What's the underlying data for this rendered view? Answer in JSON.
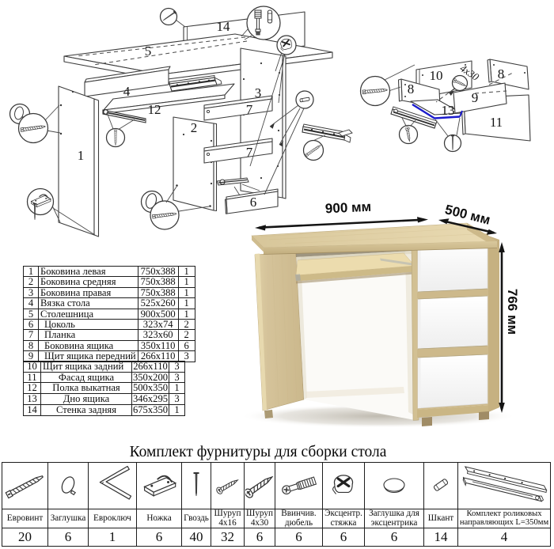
{
  "diagram": {
    "line_color": "#3c3c3c",
    "accent_blue": "#1c1ccd",
    "desk_labels": {
      "p1": "1",
      "p2": "2",
      "p3": "3",
      "p4": "4",
      "p5": "5",
      "p6": "6",
      "p7a": "7",
      "p7b": "7",
      "p12": "12",
      "p14": "14"
    },
    "drawer_labels": {
      "p8a": "8",
      "p8b": "8",
      "p9": "9",
      "p10": "10",
      "p11": "11",
      "p13": "13",
      "screw_size": "4x30"
    }
  },
  "parts_table": {
    "rows": [
      {
        "num": "1",
        "name": "Боковина левая",
        "size": "750x388",
        "qty": "1"
      },
      {
        "num": "2",
        "name": "Боковина средняя",
        "size": "750x388",
        "qty": "1"
      },
      {
        "num": "3",
        "name": "Боковина правая",
        "size": "750x388",
        "qty": "1"
      },
      {
        "num": "4",
        "name": "Вязка стола",
        "size": "525x260",
        "qty": "1"
      },
      {
        "num": "5",
        "name": "Столешница",
        "size": "900x500",
        "qty": "1"
      },
      {
        "num": "6",
        "name": "Цоколь",
        "size": "323x74",
        "qty": "2"
      },
      {
        "num": "7",
        "name": "Планка",
        "size": "323x60",
        "qty": "2"
      },
      {
        "num": "8",
        "name": "Боковина ящика",
        "size": "350x110",
        "qty": "6"
      },
      {
        "num": "9",
        "name": "Щит ящика передний",
        "size": "266x110",
        "qty": "3"
      },
      {
        "num": "10",
        "name": "Щит ящика задний",
        "size": "266x110",
        "qty": "3"
      },
      {
        "num": "11",
        "name": "Фасад ящика",
        "size": "350x200",
        "qty": "3"
      },
      {
        "num": "12",
        "name": "Полка выкатная",
        "size": "500x350",
        "qty": "1"
      },
      {
        "num": "13",
        "name": "Дно ящика",
        "size": "346x295",
        "qty": "3"
      },
      {
        "num": "14",
        "name": "Стенка задняя",
        "size": "675x350",
        "qty": "1"
      }
    ]
  },
  "photo": {
    "width_label": "900 мм",
    "depth_label": "500 мм",
    "height_label": "766 мм",
    "wood_color": "#dccb9f",
    "drawer_color": "#fbfbfb"
  },
  "hardware": {
    "title": "Комплект фурнитуры для сборки стола",
    "items": [
      {
        "name": "Евровинт",
        "qty": "20",
        "icon": "euro-screw-icon"
      },
      {
        "name": "Заглушка",
        "qty": "6",
        "icon": "cap-icon"
      },
      {
        "name": "Евроключ",
        "qty": "1",
        "icon": "hex-key-icon"
      },
      {
        "name": "Ножка",
        "qty": "6",
        "icon": "foot-icon"
      },
      {
        "name": "Гвоздь",
        "qty": "40",
        "icon": "nail-icon"
      },
      {
        "name": "Шуруп 4x16",
        "qty": "32",
        "icon": "screw-icon"
      },
      {
        "name": "Шуруп 4x30",
        "qty": "6",
        "icon": "long-screw-icon"
      },
      {
        "name": "Ввинчив. дюбель",
        "qty": "6",
        "icon": "screw-dowel-icon"
      },
      {
        "name": "Эксцентр. стяжка",
        "qty": "6",
        "icon": "cam-lock-icon"
      },
      {
        "name": "Заглушка для эксцентрика",
        "qty": "6",
        "icon": "cam-cap-icon"
      },
      {
        "name": "Шкант",
        "qty": "14",
        "icon": "wood-dowel-icon"
      },
      {
        "name": "Комплект роликовых направляющих L=350мм",
        "qty": "4",
        "icon": "drawer-slides-icon"
      }
    ]
  }
}
